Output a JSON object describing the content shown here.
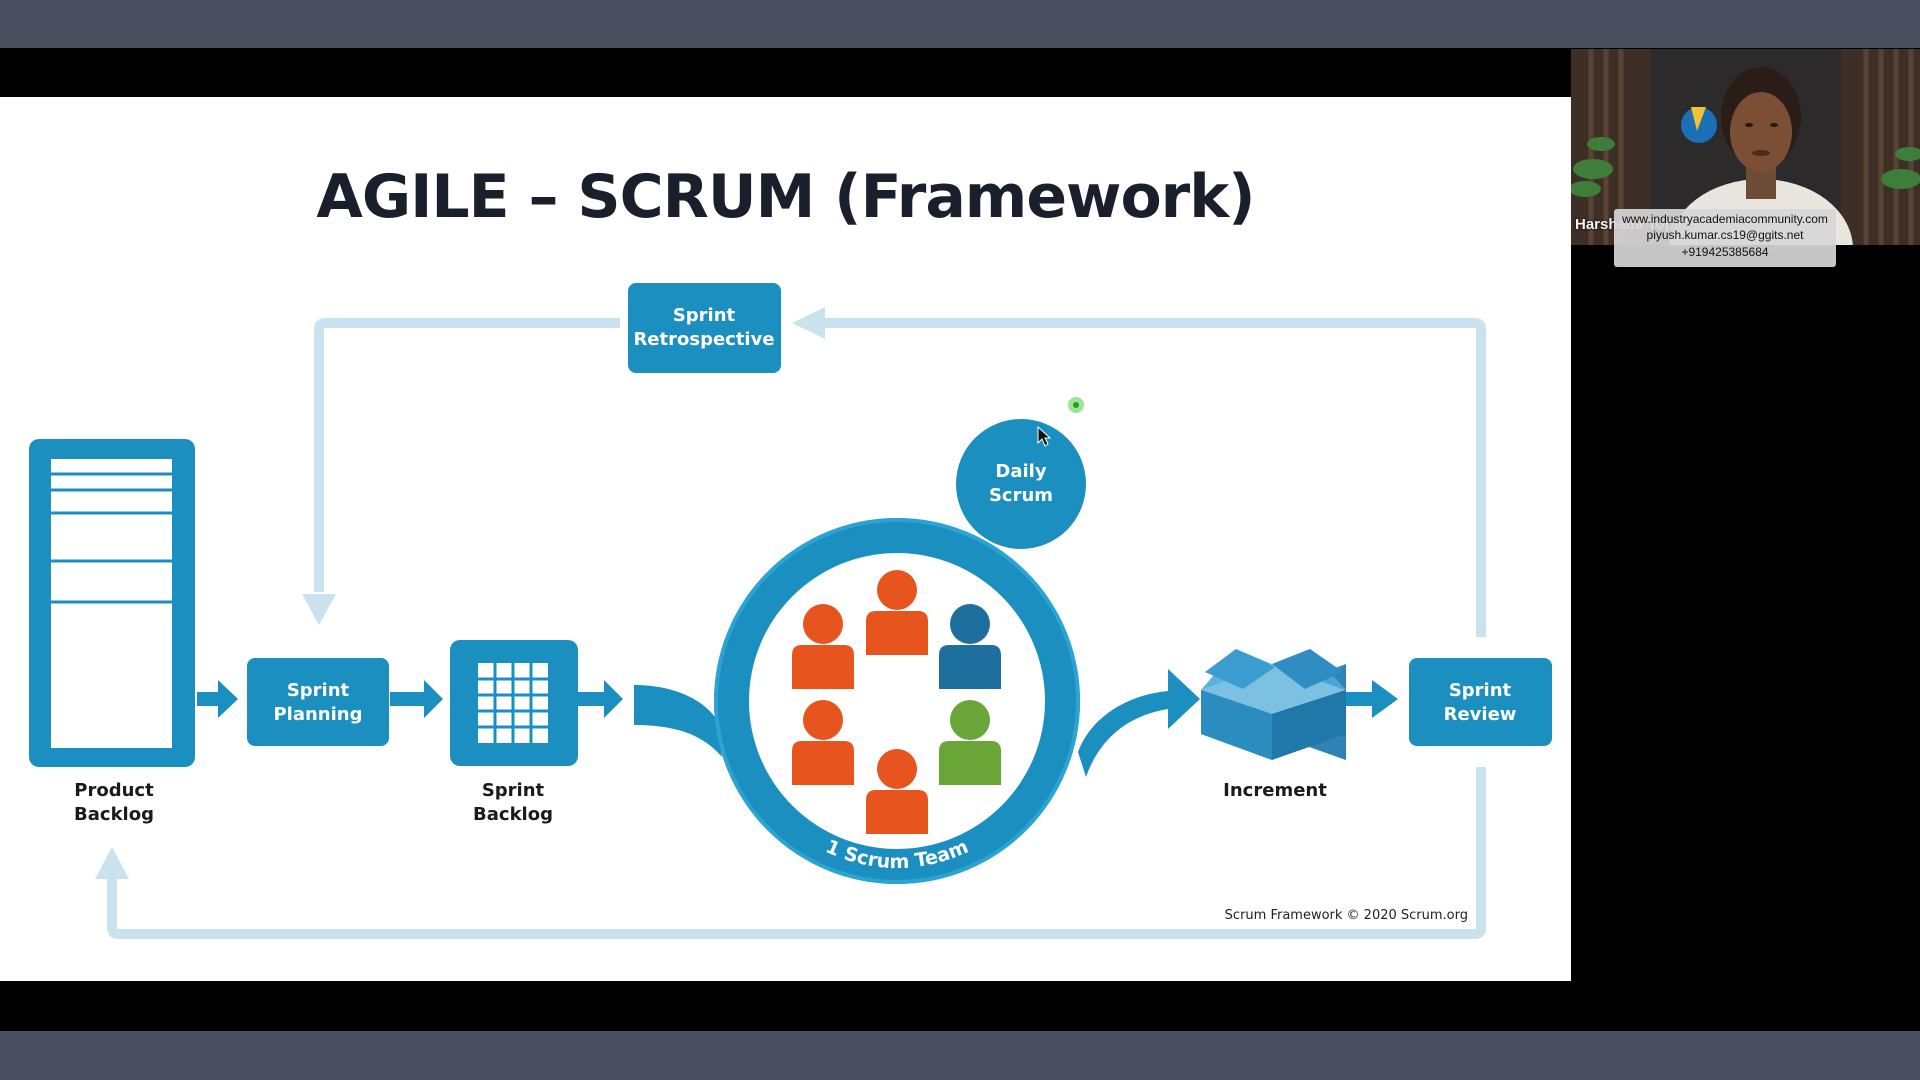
{
  "slide": {
    "title": "AGILE – SCRUM (Framework)",
    "sprint_retrospective": [
      "Sprint",
      "Retrospective"
    ],
    "daily_scrum": [
      "Daily",
      "Scrum"
    ],
    "sprint_planning": [
      "Sprint",
      "Planning"
    ],
    "product_backlog": [
      "Product",
      "Backlog"
    ],
    "sprint_backlog": [
      "Sprint",
      "Backlog"
    ],
    "scrum_team": "1 Scrum Team",
    "increment": "Increment",
    "sprint_review": [
      "Sprint",
      "Review"
    ],
    "copyright": "Scrum Framework © 2020 Scrum.org"
  },
  "participant": {
    "name": "Harshada Topale",
    "website": "www.industryacademiacommunity.com",
    "email": "piyush.kumar.cs19@ggits.net",
    "phone": "+919425385684"
  },
  "colors": {
    "primary_blue": "#1a8fc0",
    "light_arrow": "#c7e1ee",
    "orange": "#e8541e",
    "navy": "#1e6f9e",
    "green": "#6aa637",
    "bar": "#4a5060"
  }
}
